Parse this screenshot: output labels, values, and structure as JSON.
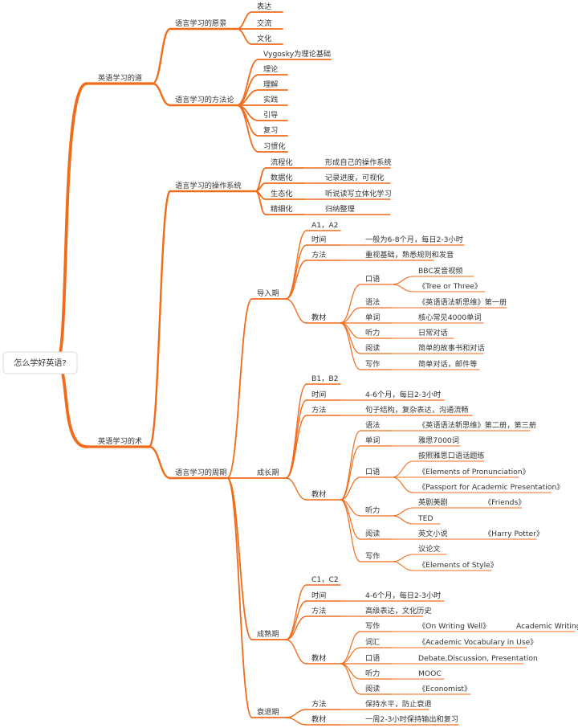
{
  "root": "怎么学好英语?",
  "n_dao": "英语学习的道",
  "n_yuanjing": "语言学习的愿景",
  "n_biaoda": "表达",
  "n_jiaoliu": "交流",
  "n_wenhua": "文化",
  "n_fangfalun": "语言学习的方法论",
  "n_vygosky": "Vygosky为理论基础",
  "n_lilun": "理论",
  "n_lijie": "理解",
  "n_shijian": "实践",
  "n_yindao": "引导",
  "n_fuxi": "复习",
  "n_xiguanhua": "习惯化",
  "n_shu": "英语学习的术",
  "n_caozuo": "语言学习的操作系统",
  "n_liucheng": "流程化",
  "n_liucheng_d": "形成自己的操作系统",
  "n_shuju": "数据化",
  "n_shuju_d": "记录进度，可视化",
  "n_shengtai": "生态化",
  "n_shengtai_d": "听说读写立体化学习",
  "n_jingxi": "精细化",
  "n_jingxi_d": "归纳整理",
  "n_zhouqi": "语言学习的周期",
  "n_daoru": "导入期",
  "n_a": "A1，A2",
  "n_d_sj": "时间",
  "n_d_sj_v": "一般为6-8个月，每日2-3小时",
  "n_d_ff": "方法",
  "n_d_ff_v": "重视基础，熟悉规则和发音",
  "n_d_jc": "教材",
  "n_d_ky": "口语",
  "n_d_ky1": "BBC发音视频",
  "n_d_ky2": "《Tree or Three》",
  "n_d_yf": "语法",
  "n_d_yf_v": "《英语语法新思维》第一册",
  "n_d_dc": "单词",
  "n_d_dc_v": "核心常见4000单词",
  "n_d_tl": "听力",
  "n_d_tl_v": "日常对话",
  "n_d_yd": "阅读",
  "n_d_yd_v": "简单的故事书和对话",
  "n_d_xz": "写作",
  "n_d_xz_v": "简单对话，邮件等",
  "n_chengzhang": "成长期",
  "n_b": "B1，B2",
  "n_c_sj": "时间",
  "n_c_sj_v": "4-6个月，每日2-3小时",
  "n_c_ff": "方法",
  "n_c_ff_v": "句子结构，复杂表达，沟通流畅",
  "n_c_jc": "教材",
  "n_c_yf": "语法",
  "n_c_yf_v": "《英语语法新思维》第二册，第三册",
  "n_c_dc": "单词",
  "n_c_dc_v": "雅思7000词",
  "n_c_ky": "口语",
  "n_c_ky1": "按照雅思口语话题练",
  "n_c_ky2": "《Elements of Pronunciation》",
  "n_c_ky3": "《Passport for Academic Presentation》",
  "n_c_tl": "听力",
  "n_c_tl1": "英剧美剧",
  "n_c_tl1b": "《Friends》",
  "n_c_tl2": "TED",
  "n_c_yd": "阅读",
  "n_c_yd1": "英文小说",
  "n_c_yd1b": "《Harry Potter》",
  "n_c_xz": "写作",
  "n_c_xz1": "议论文",
  "n_c_xz2": "《Elements of Style》",
  "n_chengshu": "成熟期",
  "n_c12": "C1，C2",
  "n_m_sj": "时间",
  "n_m_sj_v": "4-6个月，每日2-3小时",
  "n_m_ff": "方法",
  "n_m_ff_v": "高级表达，文化历史",
  "n_m_jc": "教材",
  "n_m_xz": "写作",
  "n_m_xz_v": "《On Writing Well》",
  "n_m_xz_v2": "Academic Writing",
  "n_m_ch": "词汇",
  "n_m_ch_v": "《Academic Vocabulary in Use》",
  "n_m_ky": "口语",
  "n_m_ky_v": "Debate,Discussion, Presentation",
  "n_m_tl": "听力",
  "n_m_tl_v": "MOOC",
  "n_m_yd": "阅读",
  "n_m_yd_v": "《Economist》",
  "n_shuaitui": "衰退期",
  "n_s_ff": "方法",
  "n_s_ff_v": "保持水平，防止衰退",
  "n_s_jc": "教材",
  "n_s_jc_v": "一周2-3小时保持输出和复习",
  "theme": {
    "edge_color": "#ef6c1b",
    "text_color": "#333333",
    "root_border": "#d9d9d9"
  }
}
